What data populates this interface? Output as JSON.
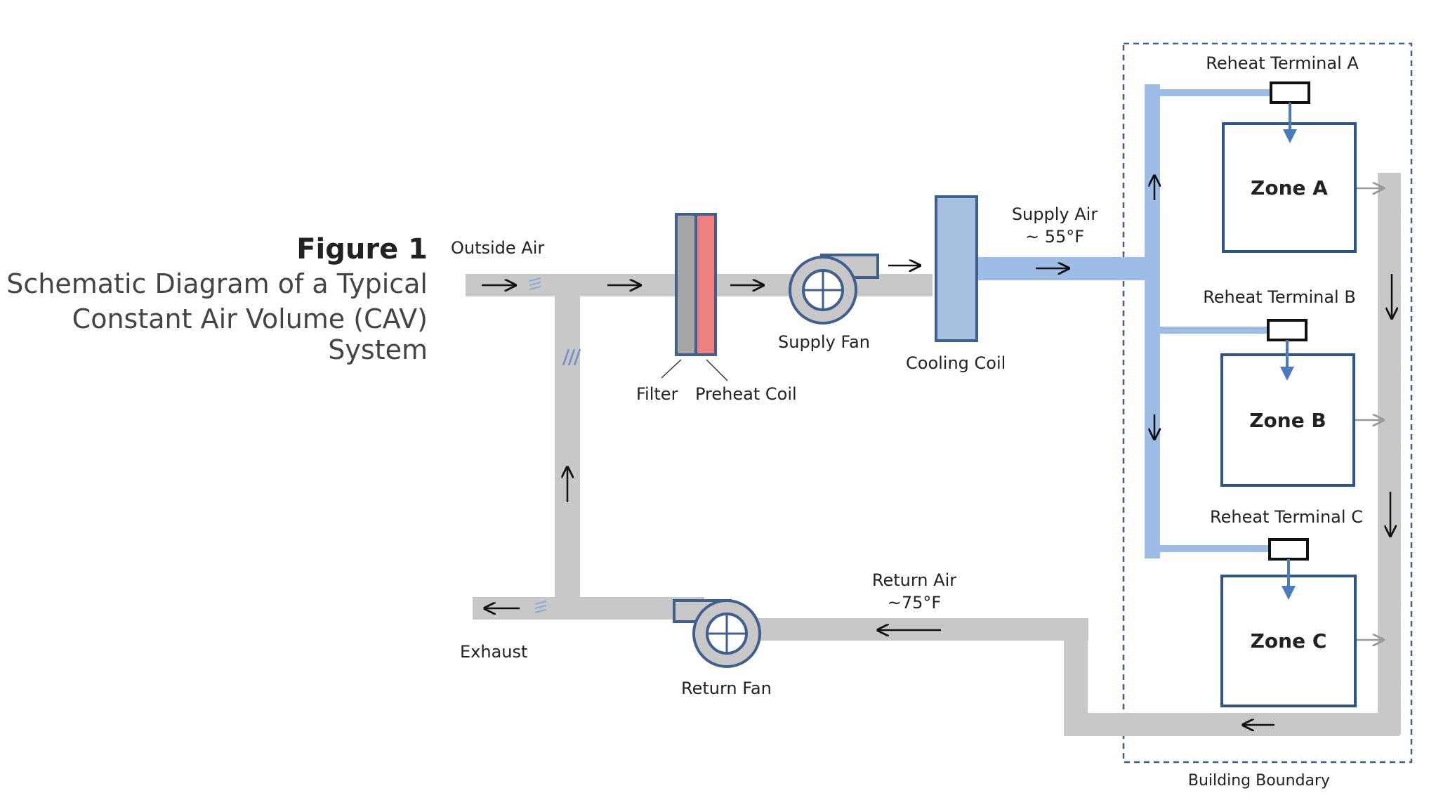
{
  "figure": {
    "label": "Figure 1",
    "title_line1": "Schematic Diagram of a Typical",
    "title_line2": "Constant Air Volume (CAV) System"
  },
  "labels": {
    "outside_air": "Outside Air",
    "filter": "Filter",
    "preheat_coil": "Preheat Coil",
    "supply_fan": "Supply Fan",
    "cooling_coil": "Cooling Coil",
    "supply_air_line1": "Supply Air",
    "supply_air_line2": "~ 55°F",
    "return_air_line1": "Return Air",
    "return_air_line2": "~75°F",
    "return_fan": "Return Fan",
    "exhaust": "Exhaust",
    "building_boundary": "Building Boundary"
  },
  "terminals": [
    {
      "terminal_label": "Reheat Terminal A",
      "zone_label": "Zone A"
    },
    {
      "terminal_label": "Reheat Terminal B",
      "zone_label": "Zone B"
    },
    {
      "terminal_label": "Reheat Terminal C",
      "zone_label": "Zone C"
    }
  ],
  "colors": {
    "duct_gray": "#c8c8c8",
    "supply_duct_blue": "#9dbde6",
    "cooling_coil_fill": "#a8c0e0",
    "equipment_stroke": "#3f5f8f",
    "zone_stroke": "#2e5588",
    "preheat_coil_red": "#f08080",
    "filter_gray": "#a6a6a6",
    "arrow_blue": "#4a7bbf",
    "boundary_dash": "#3f5f8f"
  }
}
